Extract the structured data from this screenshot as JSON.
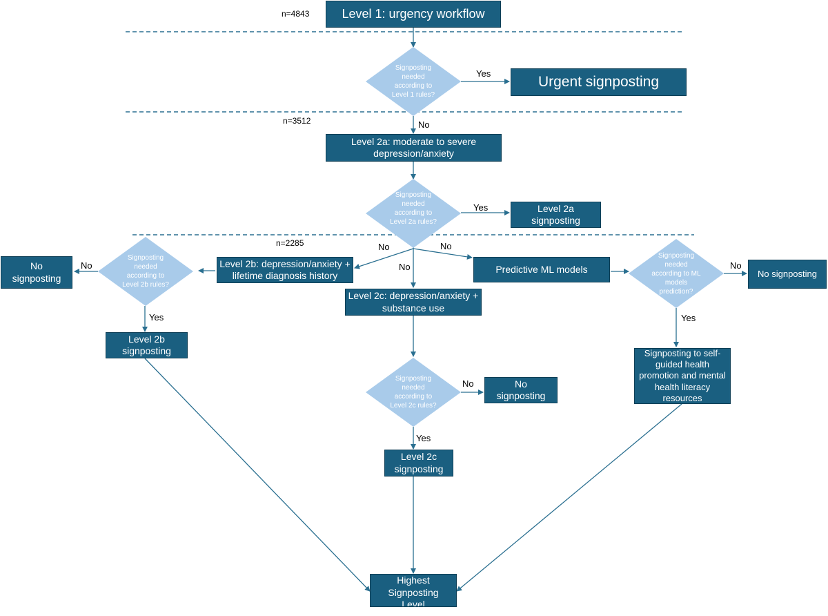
{
  "colors": {
    "box": "#1a5f80",
    "diamond": "#a9cbea",
    "line": "#2a6f90"
  },
  "counts": {
    "level1": "n=4843",
    "level2a": "n=3512",
    "level2bc": "n=2285"
  },
  "boxes": {
    "level1": "Level 1: urgency workflow",
    "urgent": "Urgent signposting",
    "level2a": "Level 2a: moderate to severe depression/anxiety",
    "level2a_sign": "Level 2a signposting",
    "level2b": "Level 2b: depression/anxiety + lifetime diagnosis history",
    "no_sign_left": "No signposting",
    "level2b_sign": "Level 2b signposting",
    "level2c": "Level 2c: depression/anxiety + substance use",
    "no_sign_mid": "No signposting",
    "level2c_sign": "Level 2c signposting",
    "ml": "Predictive ML models",
    "no_sign_right": "No signposting",
    "self_guided": "Signposting to  self-guided health promotion and mental health literacy resources",
    "highest": "Highest Signposting Level"
  },
  "decisions": {
    "d1": "Signposting needed according to Level 1 rules?",
    "d2a": "Signposting needed according to Level 2a rules?",
    "d2b": "Signposting needed according to Level 2b rules?",
    "d2c": "Signposting needed according to Level 2c rules?",
    "dml": "Signposting needed according to ML models prediction?"
  },
  "edge_labels": {
    "yes": "Yes",
    "no": "No"
  }
}
